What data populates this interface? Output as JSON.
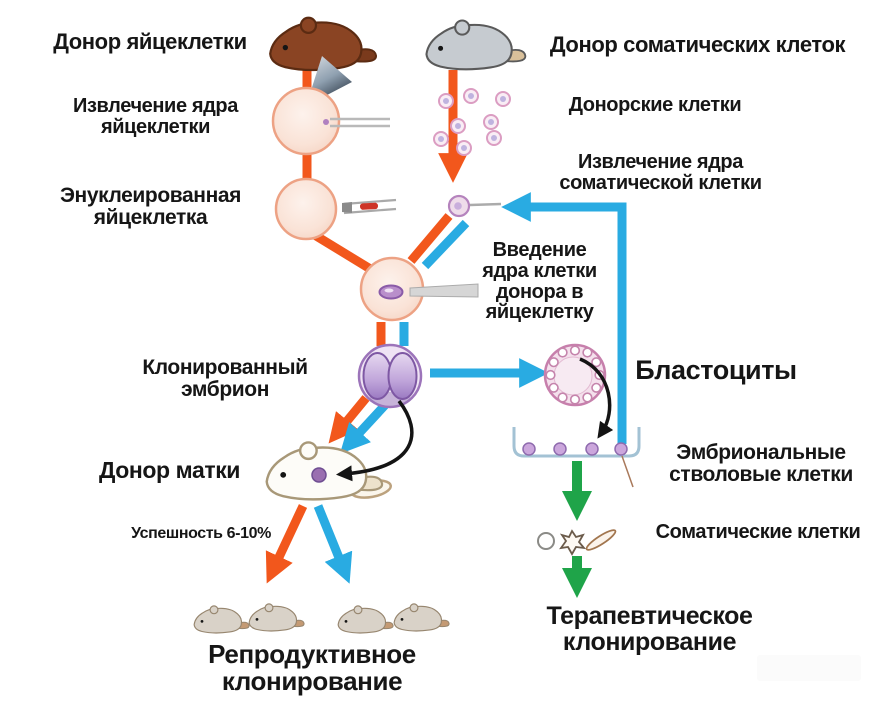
{
  "labels": {
    "egg_donor": "Донор яйцеклетки",
    "somatic_donor": "Донор соматических клеток",
    "egg_nucleus_extraction": "Извлечение ядра\nяйцеклетки",
    "donor_cells": "Донорские клетки",
    "enucleated_egg": "Энуклеированная\nяйцеклетка",
    "somatic_nucleus_extraction": "Извлечение ядра\nсоматической клетки",
    "nucleus_injection": "Введение\nядра клетки\nдонора в\nяйцеклетку",
    "cloned_embryo": "Клонированный эмбрион",
    "blastocysts": "Бластоциты",
    "uterus_donor": "Донор матки",
    "embryonic_stem_cells": "Эмбриональные\nстволовые клетки",
    "success_rate": "Успешность 6-10%",
    "somatic_cells": "Соматические клетки",
    "reproductive_cloning": "Репродуктивное клонирование",
    "therapeutic_cloning": "Терапевтическое клонирование"
  },
  "colors": {
    "reproductive_path_orange": "#F2571C",
    "transfer_path_blue": "#29ABE2",
    "therapeutic_path_green": "#1FA449",
    "annotation_black": "#141414",
    "embryo_purple": "#9C74BA",
    "cell_pink": "#DB9DC2",
    "egg_peach": "#F8DCCF",
    "dish_blue": "#A3C2D4"
  },
  "graphics": {
    "icons": [
      "brown-mouse-icon",
      "gray-mouse-icon",
      "white-mouse-icon",
      "baby-mouse-icon",
      "egg-cell-icon",
      "enucleated-egg-icon",
      "recipient-egg-icon",
      "micro-needle-icon",
      "micropipette-icon",
      "pipette-funnel-icon",
      "injection-pipette-icon",
      "donor-cell-icon",
      "somatic-cell-icon",
      "two-cell-embryo-icon",
      "blastocyst-icon",
      "petri-dish-icon",
      "stem-cell-icon",
      "differentiated-cells-icon"
    ]
  }
}
